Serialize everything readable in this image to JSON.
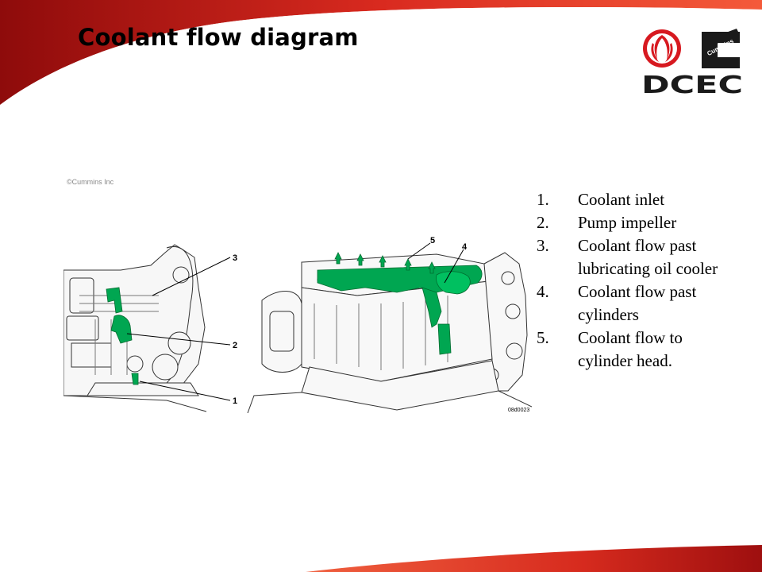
{
  "slide": {
    "title": "Coolant flow diagram",
    "accent_color": "#c8102e",
    "logos": {
      "dongfeng": {
        "icon": "dongfeng-logo-icon"
      },
      "cummins": {
        "icon": "cummins-logo-icon",
        "text": "Cummins"
      },
      "dcec": {
        "text": "DCEC"
      }
    }
  },
  "figure": {
    "copyright": "©Cummins Inc",
    "image_code": "08d0023",
    "highlight_color": "#00a651",
    "callouts": {
      "left": [
        "3",
        "2",
        "1"
      ],
      "right": [
        "5",
        "4"
      ]
    }
  },
  "legend": {
    "items": [
      {
        "num": "1.",
        "text": "Coolant inlet"
      },
      {
        "num": "2.",
        "text": "Pump impeller"
      },
      {
        "num": "3.",
        "text": "Coolant flow past lubricating oil cooler"
      },
      {
        "num": "4.",
        "text": "Coolant flow past cylinders"
      },
      {
        "num": "5.",
        "text": "Coolant flow to cylinder head."
      }
    ]
  }
}
